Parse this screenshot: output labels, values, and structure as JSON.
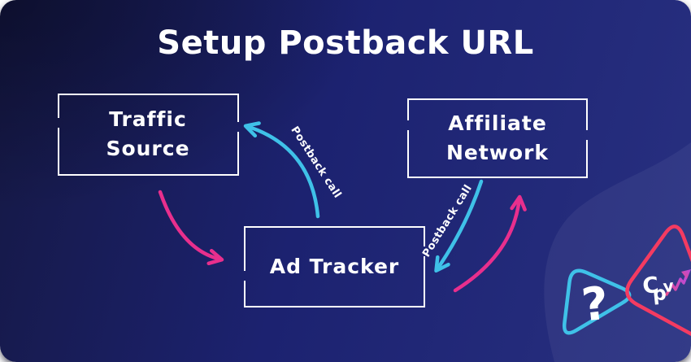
{
  "title": "Setup Postback URL",
  "boxes": {
    "traffic_source": {
      "line1": "Traffic",
      "line2": "Source"
    },
    "affiliate_network": {
      "line1": "Affiliate",
      "line2": "Network"
    },
    "ad_tracker": {
      "label": "Ad Tracker"
    }
  },
  "arrows": {
    "tracker_to_source_label": "Postback call",
    "network_to_tracker_label": "Postback call"
  },
  "decor": {
    "question_mark": "?",
    "logo_letter_c": "C",
    "logo_letter_p": "p",
    "logo_letter_v": "v"
  },
  "colors": {
    "pink": "#e82f8d",
    "cyan": "#3fc1e8",
    "pink_shape": "#f43b61",
    "zigzag_start": "#e84a8e",
    "zigzag_end": "#b44be0",
    "border": "#ffffff",
    "bg_dark": "#151843",
    "bg_mid": "#1c2270",
    "bg_light": "#283081"
  }
}
